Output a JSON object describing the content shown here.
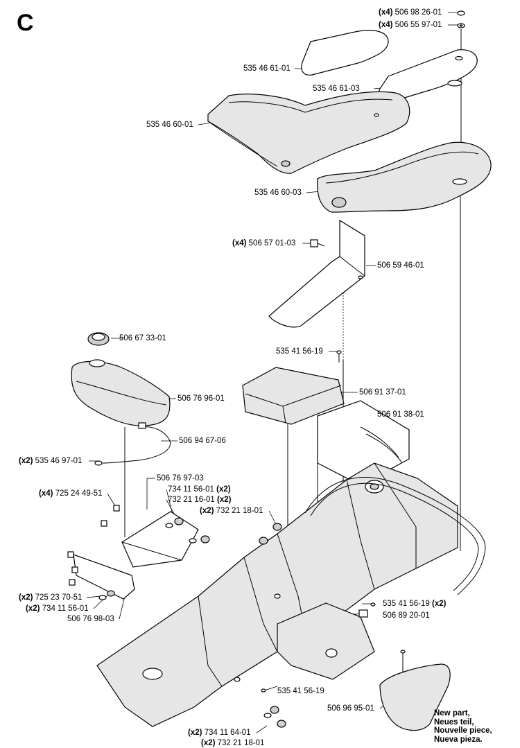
{
  "diagram": {
    "section_letter": "C",
    "labels": [
      {
        "id": "p01",
        "qty": "(x4)",
        "part": "506 98 26-01",
        "suffix": ""
      },
      {
        "id": "p02",
        "qty": "(x4)",
        "part": "506 55 97-01",
        "suffix": ""
      },
      {
        "id": "p03",
        "qty": "",
        "part": "535 46 61-01",
        "suffix": ""
      },
      {
        "id": "p04",
        "qty": "",
        "part": "535 46 61-03",
        "suffix": ""
      },
      {
        "id": "p05",
        "qty": "",
        "part": "535 46 60-01",
        "suffix": ""
      },
      {
        "id": "p06",
        "qty": "",
        "part": "535 46 60-03",
        "suffix": ""
      },
      {
        "id": "p07",
        "qty": "(x4)",
        "part": "506 57 01-03",
        "suffix": ""
      },
      {
        "id": "p08",
        "qty": "",
        "part": "506 59 46-01",
        "suffix": ""
      },
      {
        "id": "p09",
        "qty": "",
        "part": "506 67 33-01",
        "suffix": ""
      },
      {
        "id": "p10",
        "qty": "",
        "part": "535 41 56-19",
        "suffix": ""
      },
      {
        "id": "p11",
        "qty": "",
        "part": "506 76 96-01",
        "suffix": ""
      },
      {
        "id": "p12",
        "qty": "",
        "part": "506 91 37-01",
        "suffix": ""
      },
      {
        "id": "p13",
        "qty": "",
        "part": "506 91 38-01",
        "suffix": ""
      },
      {
        "id": "p14",
        "qty": "",
        "part": "506 94 67-06",
        "suffix": ""
      },
      {
        "id": "p15",
        "qty": "(x2)",
        "part": "535 46 97-01",
        "suffix": ""
      },
      {
        "id": "p16",
        "qty": "",
        "part": "506 76 97-03",
        "suffix": ""
      },
      {
        "id": "p17",
        "qty": "(x4)",
        "part": "725 24 49-51",
        "suffix": ""
      },
      {
        "id": "p18",
        "qty": "",
        "part": "734 11 56-01",
        "suffix": "(x2)"
      },
      {
        "id": "p19",
        "qty": "",
        "part": "732 21 16-01",
        "suffix": "(x2)"
      },
      {
        "id": "p20",
        "qty": "(x2)",
        "part": "732 21 18-01",
        "suffix": ""
      },
      {
        "id": "p21",
        "qty": "(x2)",
        "part": "725 23 70-51",
        "suffix": ""
      },
      {
        "id": "p22",
        "qty": "(x2)",
        "part": "734 11 56-01",
        "suffix": ""
      },
      {
        "id": "p23",
        "qty": "",
        "part": "506 76 98-03",
        "suffix": ""
      },
      {
        "id": "p24",
        "qty": "",
        "part": "535 41 56-19",
        "suffix": "(x2)"
      },
      {
        "id": "p25",
        "qty": "",
        "part": "506 89 20-01",
        "suffix": ""
      },
      {
        "id": "p26",
        "qty": "",
        "part": "535 41 56-19",
        "suffix": ""
      },
      {
        "id": "p27",
        "qty": "",
        "part": "506 96 95-01",
        "suffix": ""
      },
      {
        "id": "p28",
        "qty": "(x2)",
        "part": "734 11 64-01",
        "suffix": ""
      },
      {
        "id": "p29",
        "qty": "(x2)",
        "part": "732 21 18-01",
        "suffix": ""
      }
    ],
    "new_part_note": [
      "New part,",
      "Neues teil,",
      "Nouvelle piece,",
      "Nueva pieza."
    ]
  }
}
